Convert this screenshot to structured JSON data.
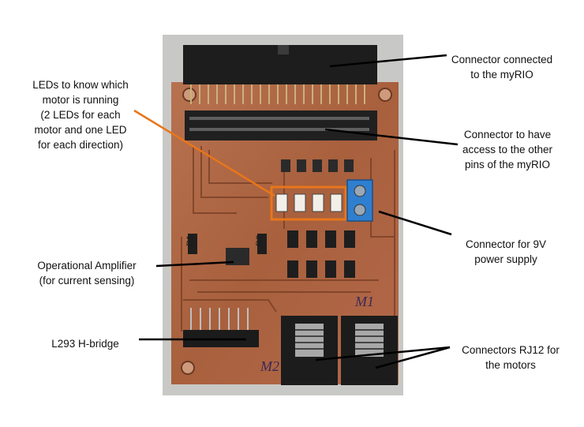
{
  "annotations": {
    "connector_myrio": "Connector connected\nto the myRIO",
    "leds": "LEDs to know which\nmotor is running\n(2 LEDs for each\nmotor and one LED\nfor each direction)",
    "connector_pins": "Connector to have\naccess to the other\npins of the myRIO",
    "opamp": "Operational Amplifier\n(for current sensing)",
    "power": "Connector for 9V\npower supply",
    "hbridge": "L293 H-bridge",
    "rj12": "Connectors RJ12 for\nthe motors"
  },
  "board_markings": {
    "m1": "M1",
    "m2": "M2",
    "r1": "R1",
    "r2": "R2"
  },
  "colors": {
    "pcb_copper": "#b06a45",
    "led_highlight": "#e8761a",
    "arrow": "#000000"
  }
}
